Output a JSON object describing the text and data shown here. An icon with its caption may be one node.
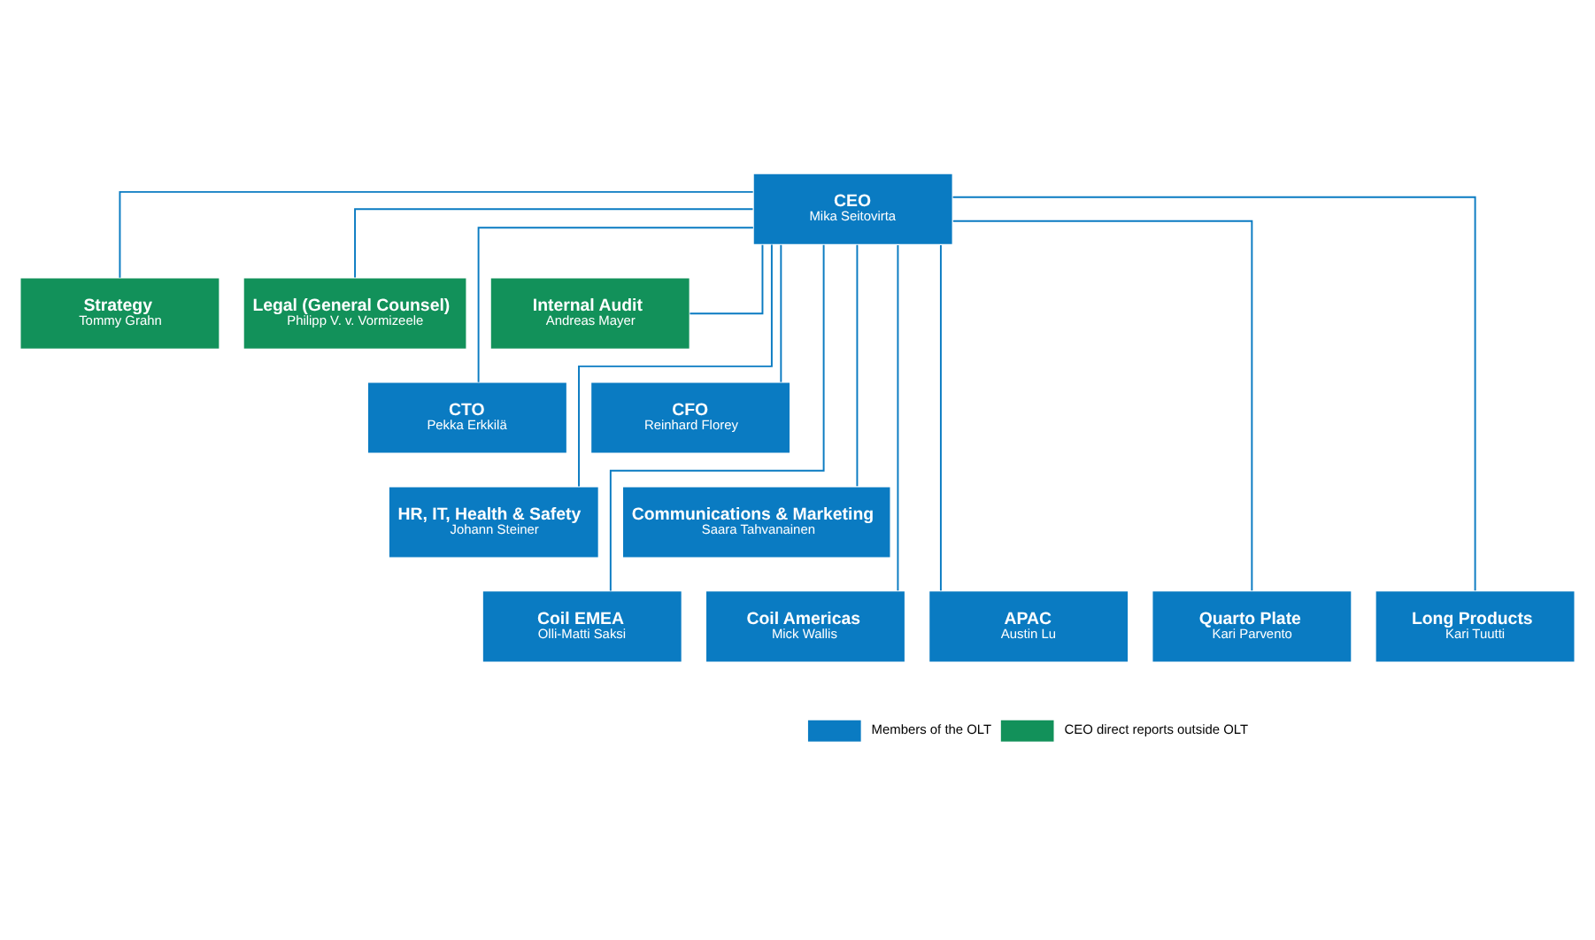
{
  "diagram": {
    "nodes": [
      {
        "text": [
          "CEO",
          "Mika Seitovirta"
        ]
      },
      {
        "text": [
          "Strategy",
          "Tommy Grahn"
        ]
      },
      {
        "text": [
          "Legal (General Counsel)",
          "Philipp V. v. Vormizeele"
        ]
      },
      {
        "text": [
          "Internal Audit",
          "Andreas Mayer"
        ]
      },
      {
        "text": [
          "CTO",
          "Pekka Erkkilä"
        ]
      },
      {
        "text": [
          "CFO",
          "Reinhard Florey"
        ]
      },
      {
        "text": [
          "HR, IT, Health & Safety",
          "Johann Steiner"
        ]
      },
      {
        "text": [
          "Communications & Marketing",
          "Saara Tahvanainen"
        ]
      },
      {
        "text": [
          "Coil EMEA",
          "Olli-Matti Saksi"
        ]
      },
      {
        "text": [
          "Coil Americas",
          "Mick Wallis"
        ]
      },
      {
        "text": [
          "APAC",
          "Austin Lu"
        ]
      },
      {
        "text": [
          "Quarto Plate",
          "Kari Parvento"
        ]
      },
      {
        "text": [
          "Long Products",
          "Kari Tuutti"
        ]
      }
    ],
    "edges": [
      {
        "from": 0,
        "to": 1,
        "arrow": "none"
      },
      {
        "from": 0,
        "to": 2,
        "arrow": "none"
      },
      {
        "from": 0,
        "to": 3,
        "arrow": "none"
      },
      {
        "from": 0,
        "to": 4,
        "arrow": "none"
      },
      {
        "from": 0,
        "to": 5,
        "arrow": "none"
      },
      {
        "from": 0,
        "to": 6,
        "arrow": "none"
      },
      {
        "from": 0,
        "to": 7,
        "arrow": "none"
      },
      {
        "from": 0,
        "to": 8,
        "arrow": "none"
      },
      {
        "from": 0,
        "to": 9,
        "arrow": "none"
      },
      {
        "from": 0,
        "to": 10,
        "arrow": "none"
      },
      {
        "from": 0,
        "to": 11,
        "arrow": "none"
      },
      {
        "from": 0,
        "to": 12,
        "arrow": "none"
      }
    ],
    "legend": [
      {
        "text": "Members of the OLT",
        "color": "#0a7bc2"
      },
      {
        "text": "CEO direct reports outside OLT",
        "color": "#12915a"
      }
    ]
  }
}
